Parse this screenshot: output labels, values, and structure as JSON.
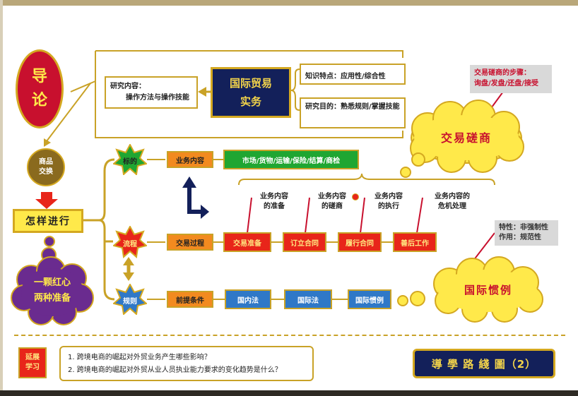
{
  "intro": {
    "char1": "导",
    "char2": "论"
  },
  "research_content": {
    "label": "研究内容：",
    "value": "操作方法与操作技能"
  },
  "main_title": {
    "line1": "国际贸易",
    "line2": "实务"
  },
  "knowledge": {
    "label": "知识特点：",
    "value": "应用性/综合性"
  },
  "research_purpose": {
    "label": "研究目的：",
    "value": "熟悉规则/掌握技能"
  },
  "negotiation_steps": {
    "label": "交易磋商的步骤：",
    "value": "询盘/发盘/还盘/接受"
  },
  "cloud_negotiation": "交易磋商",
  "cloud_law": "国际惯例",
  "commodity_exchange": {
    "line1": "商品",
    "line2": "交换"
  },
  "how_proceed": "怎样进行",
  "heart_cloud": {
    "line1": "一颗红心",
    "line2": "两种准备"
  },
  "row_target": {
    "star": "标的",
    "head": "业务内容",
    "items": "市场/货物/运输/保险/结算/商检"
  },
  "row_process": {
    "star": "流程",
    "head": "交易过程",
    "steps": [
      "交易准备",
      "订立合同",
      "履行合同",
      "善后工作"
    ]
  },
  "row_rules": {
    "star": "规则",
    "head": "前提条件",
    "items": [
      "国内法",
      "国际法",
      "国际惯例"
    ]
  },
  "stage_labels": [
    {
      "line1": "业务内容",
      "line2": "的准备"
    },
    {
      "line1": "业务内容",
      "line2": "的磋商"
    },
    {
      "line1": "业务内容",
      "line2": "的执行"
    },
    {
      "line1": "业务内容的",
      "line2": "危机处理"
    }
  ],
  "features": {
    "line1": "特性：非强制性",
    "line2": "作用：规范性"
  },
  "extended": {
    "label1": "延展",
    "label2": "学习",
    "q1": "1. 跨境电商的崛起对外贸业务产生哪些影响？",
    "q2": "2. 跨境电商的崛起对外贸从业人员执业能力要求的变化趋势是什么？"
  },
  "roadmap_title": "導 學 路 綫 圖（2）",
  "colors": {
    "navy": "#13205a",
    "gold": "#c9a227",
    "red": "#e8251a",
    "orange": "#f28a1f",
    "blue": "#2f78c7",
    "green": "#1fa632",
    "purple": "#6a2b8f",
    "yellow": "#ffe94a"
  }
}
